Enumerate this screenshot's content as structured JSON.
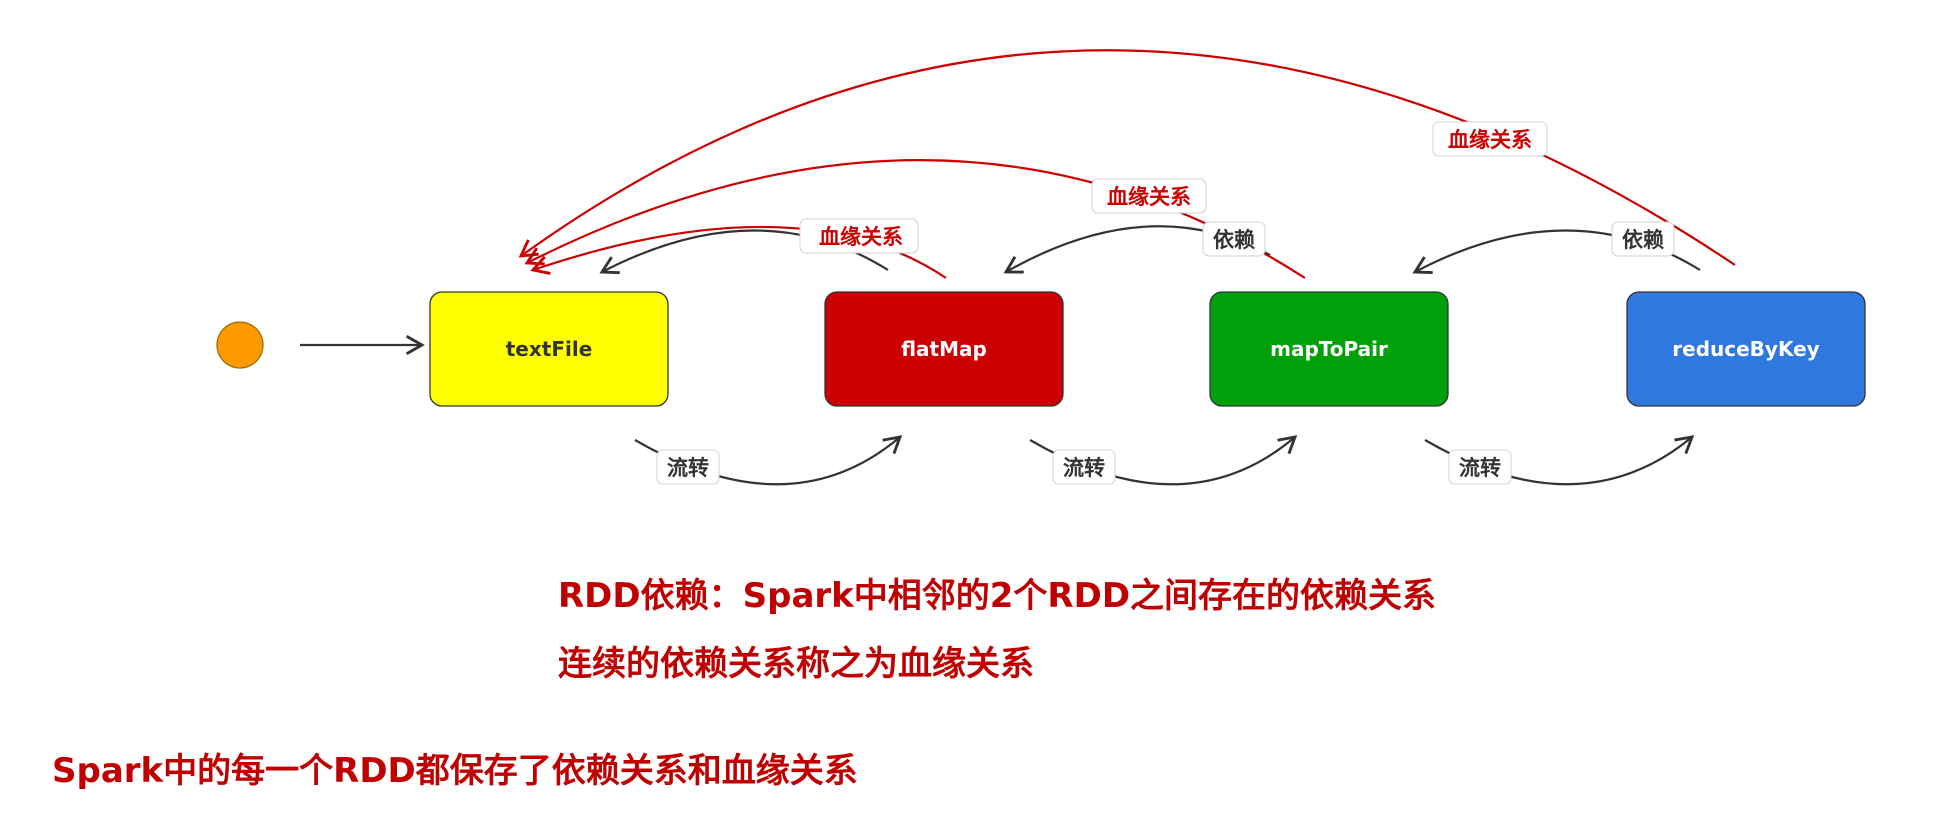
{
  "nodes": [
    {
      "id": "textFile",
      "label": "textFile",
      "fill": "#ffff00",
      "text_color": "#333333"
    },
    {
      "id": "flatMap",
      "label": "flatMap",
      "fill": "#cc0000",
      "text_color": "#ffffff"
    },
    {
      "id": "mapToPair",
      "label": "mapToPair",
      "fill": "#00a00a",
      "text_color": "#ffffff"
    },
    {
      "id": "reduceByKey",
      "label": "reduceByKey",
      "fill": "#2e78e0",
      "text_color": "#ffffff"
    }
  ],
  "start_node": {
    "fill": "#ff9900"
  },
  "edges": {
    "flow_label": "流转",
    "dependency_label": "依赖",
    "lineage_label": "血缘关系",
    "flow_color": "#333333",
    "dependency_color": "#333333",
    "lineage_color": "#cc0000"
  },
  "captions": {
    "line1": "RDD依赖：Spark中相邻的2个RDD之间存在的依赖关系",
    "line2": "连续的依赖关系称之为血缘关系",
    "line3": "Spark中的每一个RDD都保存了依赖关系和血缘关系"
  }
}
